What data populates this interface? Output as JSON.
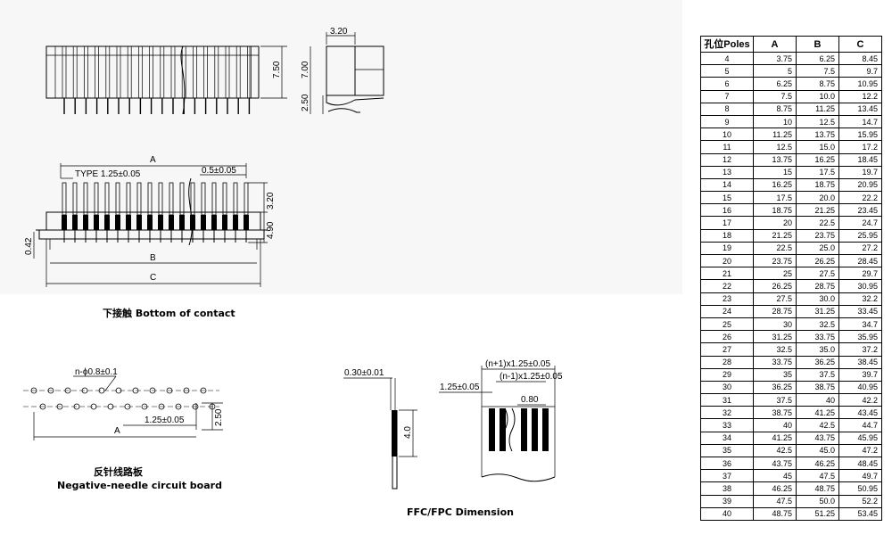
{
  "drawing": {
    "top_view": {
      "dim_height": "7.50"
    },
    "side_view": {
      "dim_width": "3.20",
      "dim_upper": "7.00",
      "dim_lower": "2.50"
    },
    "bottom_view": {
      "dim_a": "A",
      "dim_b": "B",
      "dim_c": "C",
      "type_label": "TYPE 1.25±0.05",
      "pitch_label": "0.5±0.05",
      "dim_right_top": "3.20",
      "dim_right_mid": "4.90",
      "dim_left": "0.42",
      "caption": "下接触 Bottom of contact"
    },
    "circuit_board": {
      "hole_label": "n-ϕ0.8±0.1",
      "pitch_label": "1.25±0.05",
      "row_gap_label": "2.50",
      "dim_a": "A",
      "caption_cn": "反针线路板",
      "caption_en": "Negative-needle circuit board"
    },
    "ffc": {
      "thickness_label": "0.30±0.01",
      "length_label": "4.0",
      "total_width_label": "(n+1)x1.25±0.05",
      "inner_width_label": "(n-1)x1.25±0.05",
      "pitch_label": "1.25±0.05",
      "conductor_label": "0.80",
      "caption": "FFC/FPC  Dimension"
    }
  },
  "table": {
    "headers": [
      "孔位Poles",
      "A",
      "B",
      "C"
    ],
    "rows": [
      [
        "4",
        "3.75",
        "6.25",
        "8.45"
      ],
      [
        "5",
        "5",
        "7.5",
        "9.7"
      ],
      [
        "6",
        "6.25",
        "8.75",
        "10.95"
      ],
      [
        "7",
        "7.5",
        "10.0",
        "12.2"
      ],
      [
        "8",
        "8.75",
        "11.25",
        "13.45"
      ],
      [
        "9",
        "10",
        "12.5",
        "14.7"
      ],
      [
        "10",
        "11.25",
        "13.75",
        "15.95"
      ],
      [
        "11",
        "12.5",
        "15.0",
        "17.2"
      ],
      [
        "12",
        "13.75",
        "16.25",
        "18.45"
      ],
      [
        "13",
        "15",
        "17.5",
        "19.7"
      ],
      [
        "14",
        "16.25",
        "18.75",
        "20.95"
      ],
      [
        "15",
        "17.5",
        "20.0",
        "22.2"
      ],
      [
        "16",
        "18.75",
        "21.25",
        "23.45"
      ],
      [
        "17",
        "20",
        "22.5",
        "24.7"
      ],
      [
        "18",
        "21.25",
        "23.75",
        "25.95"
      ],
      [
        "19",
        "22.5",
        "25.0",
        "27.2"
      ],
      [
        "20",
        "23.75",
        "26.25",
        "28.45"
      ],
      [
        "21",
        "25",
        "27.5",
        "29.7"
      ],
      [
        "22",
        "26.25",
        "28.75",
        "30.95"
      ],
      [
        "23",
        "27.5",
        "30.0",
        "32.2"
      ],
      [
        "24",
        "28.75",
        "31.25",
        "33.45"
      ],
      [
        "25",
        "30",
        "32.5",
        "34.7"
      ],
      [
        "26",
        "31.25",
        "33.75",
        "35.95"
      ],
      [
        "27",
        "32.5",
        "35.0",
        "37.2"
      ],
      [
        "28",
        "33.75",
        "36.25",
        "38.45"
      ],
      [
        "29",
        "35",
        "37.5",
        "39.7"
      ],
      [
        "30",
        "36.25",
        "38.75",
        "40.95"
      ],
      [
        "31",
        "37.5",
        "40",
        "42.2"
      ],
      [
        "32",
        "38.75",
        "41.25",
        "43.45"
      ],
      [
        "33",
        "40",
        "42.5",
        "44.7"
      ],
      [
        "34",
        "41.25",
        "43.75",
        "45.95"
      ],
      [
        "35",
        "42.5",
        "45.0",
        "47.2"
      ],
      [
        "36",
        "43.75",
        "46.25",
        "48.45"
      ],
      [
        "37",
        "45",
        "47.5",
        "49.7"
      ],
      [
        "38",
        "46.25",
        "48.75",
        "50.95"
      ],
      [
        "39",
        "47.5",
        "50.0",
        "52.2"
      ],
      [
        "40",
        "48.75",
        "51.25",
        "53.45"
      ]
    ]
  }
}
